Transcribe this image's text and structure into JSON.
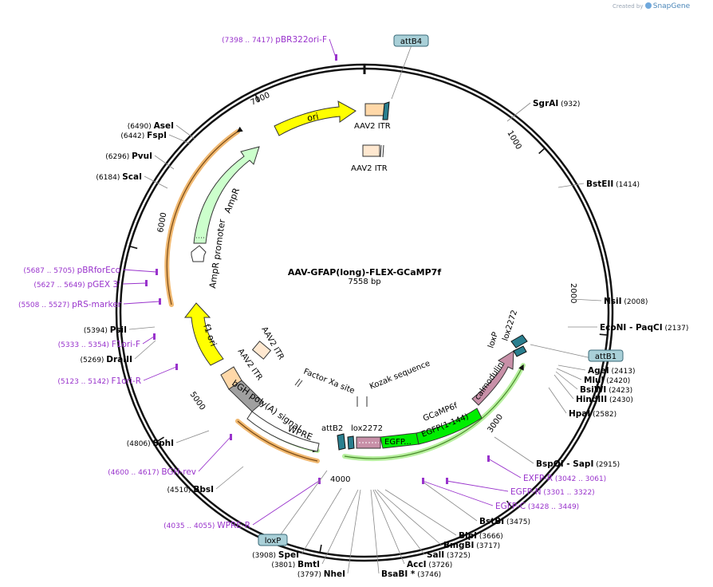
{
  "brand": {
    "created_by": "Created by",
    "name": "SnapGene"
  },
  "plasmid": {
    "name": "AAV-GFAP(long)-FLEX-GCaMP7f",
    "length_label": "7558 bp",
    "length": 7558
  },
  "colors": {
    "ori": "#ffff00",
    "ampr": "#ccffcc",
    "promoter": "#ffffff",
    "f1ori": "#ffff00",
    "itr": "#ffd8a8",
    "egfp": "#00ee00",
    "calmodulin": "#c890a8",
    "lox": "#2a7f8f",
    "polya": "#a0a0a0",
    "primer": "#9933cc",
    "feature_box": "#a9d0d8",
    "orange_arc": "#f0b870"
  },
  "ruler": [
    {
      "label": "1000",
      "bp": 1000
    },
    {
      "label": "2000",
      "bp": 2000
    },
    {
      "label": "3000",
      "bp": 3000
    },
    {
      "label": "4000",
      "bp": 4000
    },
    {
      "label": "5000",
      "bp": 5000
    },
    {
      "label": "6000",
      "bp": 6000
    },
    {
      "label": "7000",
      "bp": 7000
    }
  ],
  "sites": [
    {
      "name": "SgrAI",
      "pos": "(932)"
    },
    {
      "name": "BstEII",
      "pos": "(1414)"
    },
    {
      "name": "NsiI",
      "pos": "(2008)"
    },
    {
      "name": "EcoNI",
      "extra": "- PaqCI",
      "pos": "(2137)"
    },
    {
      "name": "AgeI",
      "pos": "(2413)"
    },
    {
      "name": "MluI",
      "pos": "(2420)"
    },
    {
      "name": "BsiWI",
      "pos": "(2423)"
    },
    {
      "name": "HindIII",
      "pos": "(2430)"
    },
    {
      "name": "HpaI",
      "pos": "(2582)"
    },
    {
      "name": "BspQI",
      "extra": "- SapI",
      "pos": "(2915)"
    },
    {
      "name": "BstBI",
      "pos": "(3475)"
    },
    {
      "name": "BlpI",
      "pos": "(3666)"
    },
    {
      "name": "BmgBI",
      "pos": "(3717)"
    },
    {
      "name": "SalI",
      "pos": "(3725)"
    },
    {
      "name": "AccI",
      "pos": "(3726)"
    },
    {
      "name": "BsaBI",
      "extra": "*",
      "pos": "(3746)"
    },
    {
      "name": "NheI",
      "pos": "(3797)"
    },
    {
      "name": "BmtI",
      "pos": "(3801)"
    },
    {
      "name": "SpeI",
      "pos": "(3908)"
    },
    {
      "name": "BbsI",
      "pos": "(4510)"
    },
    {
      "name": "SphI",
      "pos": "(4806)"
    },
    {
      "name": "DraIII",
      "pos": "(5269)"
    },
    {
      "name": "PsiI",
      "pos": "(5394)"
    },
    {
      "name": "ScaI",
      "pos": "(6184)"
    },
    {
      "name": "PvuI",
      "pos": "(6296)"
    },
    {
      "name": "FspI",
      "pos": "(6442)"
    },
    {
      "name": "AseI",
      "pos": "(6490)"
    }
  ],
  "primers": [
    {
      "name": "pBR322ori-F",
      "range": "(7398 .. 7417)"
    },
    {
      "name": "EXFP-R",
      "range": "(3042 .. 3061)"
    },
    {
      "name": "EGFP-N",
      "range": "(3301 .. 3322)"
    },
    {
      "name": "EGFP-C",
      "range": "(3428 .. 3449)"
    },
    {
      "name": "WPRE-R",
      "range": "(4035 .. 4055)"
    },
    {
      "name": "BGH-rev",
      "range": "(4600 .. 4617)"
    },
    {
      "name": "F1ori-R",
      "range": "(5123 .. 5142)"
    },
    {
      "name": "F1ori-F",
      "range": "(5333 .. 5354)"
    },
    {
      "name": "pRS-marker",
      "range": "(5508 .. 5527)"
    },
    {
      "name": "pGEX 3'",
      "range": "(5627 .. 5649)"
    },
    {
      "name": "pBRforEco",
      "range": "(5687 .. 5705)"
    }
  ],
  "boxed_labels": [
    "attB4",
    "attB1",
    "loxP"
  ],
  "features": {
    "ori": "ori",
    "ampr": "AmpR",
    "ampr_promoter": "AmpR promoter",
    "f1_ori": "f1 ori",
    "itr_top": "AAV2 ITR",
    "itr_top2": "AAV2 ITR",
    "itr_inner": "AAV2 ITR",
    "itr_bottom": "AAV2 ITR",
    "bgh": "bGH poly(A) signal",
    "wpre": "WPRE",
    "attb2": "attB2",
    "lox2272_bottom": "lox2272",
    "egfp_short": "EGFP...",
    "egfp_1_144": "EGFP(1-144)",
    "gcamp6f": "GCaMP6f",
    "calmodulin": "calmodulin",
    "loxp_inner": "loxP",
    "lox2272_right": "lox2272",
    "factor_xa": "Factor Xa site",
    "kozak": "Kozak sequence"
  }
}
